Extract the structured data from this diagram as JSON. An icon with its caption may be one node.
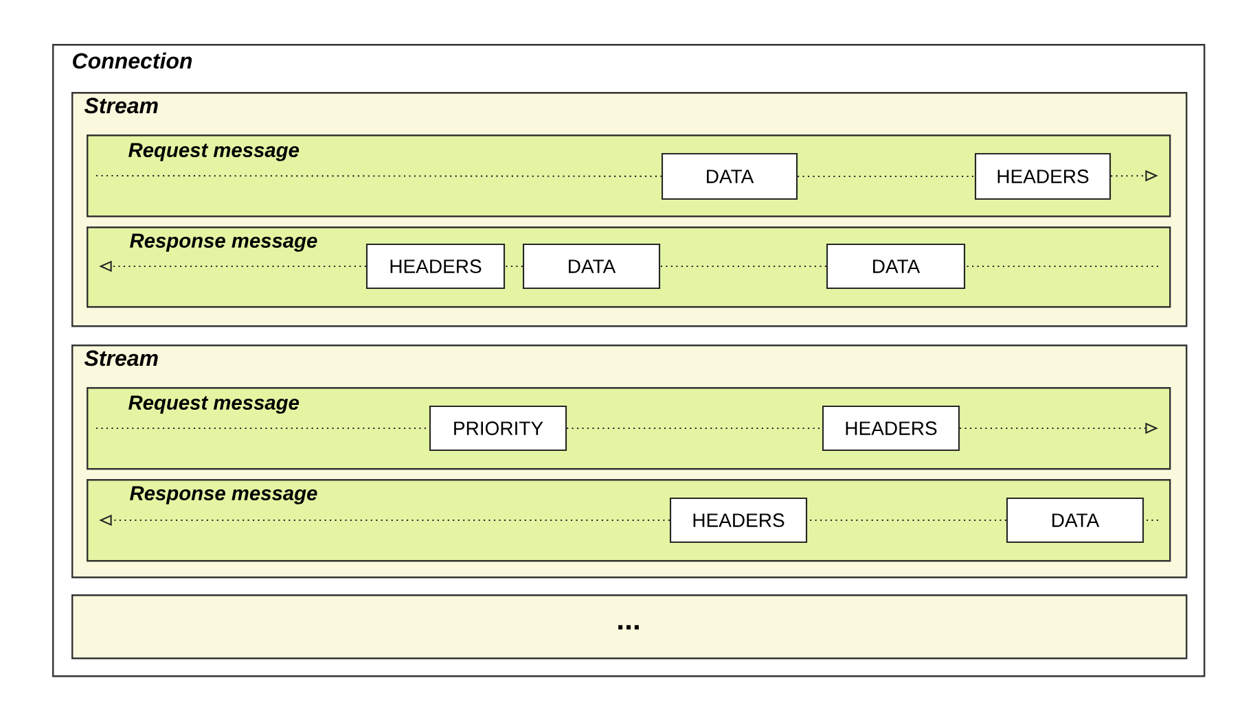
{
  "diagram": {
    "nodes": [
      {
        "text": [
          "Connection"
        ]
      },
      {
        "text": [
          "Stream"
        ],
        "in": 0
      },
      {
        "text": [
          "Request message"
        ],
        "in": 1
      },
      {
        "text": [
          "DATA"
        ],
        "in": 2
      },
      {
        "text": [
          "HEADERS"
        ],
        "in": 2
      },
      {
        "text": [
          "Response message"
        ],
        "in": 1
      },
      {
        "text": [
          "HEADERS"
        ],
        "in": 5
      },
      {
        "text": [
          "DATA"
        ],
        "in": 5
      },
      {
        "text": [
          "DATA"
        ],
        "in": 5
      },
      {
        "text": [
          "Stream"
        ],
        "in": 0
      },
      {
        "text": [
          "Request message"
        ],
        "in": 9
      },
      {
        "text": [
          "PRIORITY"
        ],
        "in": 10
      },
      {
        "text": [
          "HEADERS"
        ],
        "in": 10
      },
      {
        "text": [
          "Response message"
        ],
        "in": 9
      },
      {
        "text": [
          "HEADERS"
        ],
        "in": 13
      },
      {
        "text": [
          "DATA"
        ],
        "in": 13
      },
      {
        "text": [
          "..."
        ],
        "in": 0
      }
    ],
    "edges": [
      {
        "from": null,
        "to": 3,
        "arrow": "none"
      },
      {
        "from": 3,
        "to": 4,
        "arrow": "none"
      },
      {
        "from": 4,
        "to": null,
        "arrow": "to"
      },
      {
        "from": null,
        "to": 8,
        "arrow": "none"
      },
      {
        "from": 8,
        "to": 7,
        "arrow": "none"
      },
      {
        "from": 7,
        "to": 6,
        "arrow": "none"
      },
      {
        "from": 6,
        "to": null,
        "arrow": "to"
      },
      {
        "from": null,
        "to": 11,
        "arrow": "none"
      },
      {
        "from": 11,
        "to": 12,
        "arrow": "none"
      },
      {
        "from": 12,
        "to": null,
        "arrow": "to"
      },
      {
        "from": null,
        "to": 15,
        "arrow": "none"
      },
      {
        "from": 15,
        "to": 14,
        "arrow": "none"
      },
      {
        "from": 14,
        "to": null,
        "arrow": "to"
      }
    ]
  }
}
